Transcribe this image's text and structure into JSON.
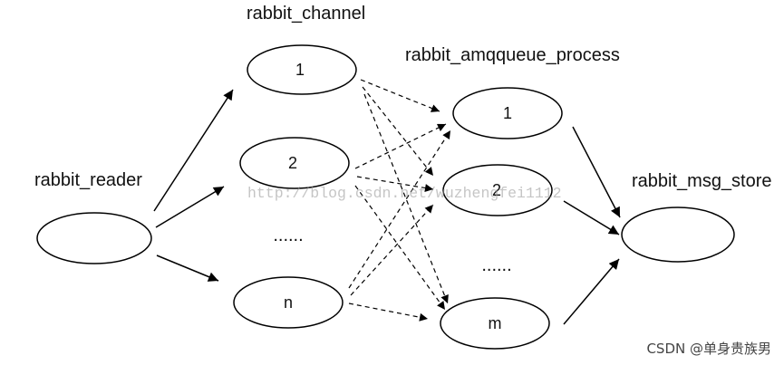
{
  "reader": {
    "label": "rabbit_reader"
  },
  "channel": {
    "label": "rabbit_channel",
    "nodes": [
      "1",
      "2",
      "n"
    ],
    "ellipsis": "......"
  },
  "queue": {
    "label": "rabbit_amqqueue_process",
    "nodes": [
      "1",
      "2",
      "m"
    ],
    "ellipsis": "......"
  },
  "store": {
    "label": "rabbit_msg_store"
  },
  "watermark": "http://blog.csdn.net/wuzhengfei1112",
  "credit": "CSDN @单身贵族男"
}
